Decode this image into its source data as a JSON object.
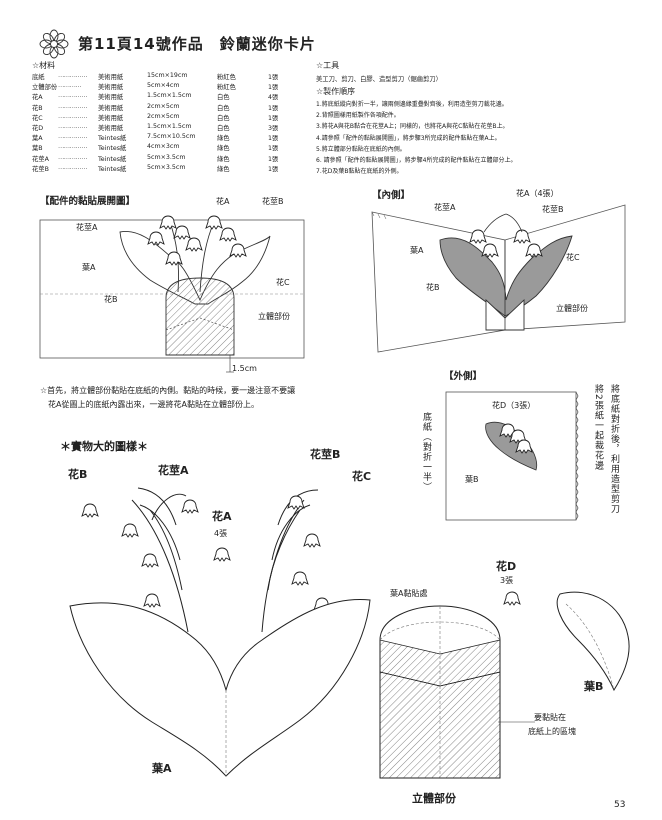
{
  "header": {
    "title": "第11頁14號作品　鈴蘭迷你卡片"
  },
  "materials": {
    "heading": "☆材料",
    "rows": [
      {
        "name": "底紙",
        "dots": "……………",
        "paper": "美術用紙",
        "size": "15cm×19cm",
        "color": "粉紅色",
        "qty": "1張"
      },
      {
        "name": "立體部份",
        "dots": "…………",
        "paper": "美術用紙",
        "size": "5cm×4cm",
        "color": "粉紅色",
        "qty": "1張"
      },
      {
        "name": "花A",
        "dots": "……………",
        "paper": "美術用紙",
        "size": "1.5cm×1.5cm",
        "color": "白色",
        "qty": "4張"
      },
      {
        "name": "花B",
        "dots": "……………",
        "paper": "美術用紙",
        "size": "2cm×5cm",
        "color": "白色",
        "qty": "1張"
      },
      {
        "name": "花C",
        "dots": "……………",
        "paper": "美術用紙",
        "size": "2cm×5cm",
        "color": "白色",
        "qty": "1張"
      },
      {
        "name": "花D",
        "dots": "……………",
        "paper": "美術用紙",
        "size": "1.5cm×1.5cm",
        "color": "白色",
        "qty": "3張"
      },
      {
        "name": "葉A",
        "dots": "……………",
        "paper": "Teintes紙",
        "size": "7.5cm×10.5cm",
        "color": "綠色",
        "qty": "1張"
      },
      {
        "name": "葉B",
        "dots": "……………",
        "paper": "Teintes紙",
        "size": "4cm×3cm",
        "color": "綠色",
        "qty": "1張"
      },
      {
        "name": "花莖A",
        "dots": "……………",
        "paper": "Teintes紙",
        "size": "5cm×3.5cm",
        "color": "綠色",
        "qty": "1張"
      },
      {
        "name": "花莖B",
        "dots": "……………",
        "paper": "Teintes紙",
        "size": "5cm×3.5cm",
        "color": "綠色",
        "qty": "1張"
      }
    ]
  },
  "tools": {
    "heading": "☆工具",
    "text": "美工刀、剪刀、白膠、造型剪刀（鋸齒剪刀）"
  },
  "steps": {
    "heading": "☆製作順序",
    "items": [
      "1.將底紙縱向對折一半，讓兩側邊緣重疊對齊後，利用造型剪刀裁花邊。",
      "2.背照圖樣用紙製作各項配件。",
      "3.將花A與花B黏合在花莖A上；同樣的，也將花A與花C黏貼在花莖B上。",
      "4.請參照「配件的黏貼展開圖」，將步驟3所完成的配件黏貼在葉A上。",
      "5.將立體部分黏貼在底紙的內側。",
      "6. 請參照「配件的黏貼展開圖」，將步驟4所完成的配件黏貼在立體部分上。",
      "7.花D及葉B黏貼在底紙的外側。"
    ]
  },
  "expanded": {
    "heading": "【配件的黏貼展開圖】",
    "labels": {
      "stemA": "花莖A",
      "flowerA": "花A",
      "stemB": "花莖B",
      "leafA": "葉A",
      "flowerC": "花C",
      "flowerB": "花B",
      "popup": "立體部份",
      "measure": "1.5cm"
    }
  },
  "inner": {
    "heading": "【內側】",
    "labels": {
      "stemA": "花莖A",
      "flowerA": "花A（4張）",
      "stemB": "花莖B",
      "leafA": "葉A",
      "flowerC": "花C",
      "flowerB": "花B",
      "popup": "立體部份"
    }
  },
  "note": {
    "line1": "☆首先，將立體部份黏貼在底紙的內側。黏貼的時候，要一邊注意不要讓",
    "line2": "花A從圖上的底紙內露出來，一邊將花A黏貼在立體部份上。"
  },
  "outer": {
    "heading": "【外側】",
    "flowerD": "花D（3張）",
    "leafB": "葉B",
    "left_vertical": "底紙（對折一半）",
    "right_vertical_1": "將底紙對折後，利用造型剪刀",
    "right_vertical_2": "將2張紙一起裁花邊"
  },
  "patterns": {
    "heading": "＊實物大的圖樣＊",
    "flowerB": "花B",
    "stemA": "花莖A",
    "stemB": "花莖B",
    "flowerC": "花C",
    "flowerA": "花A",
    "flowerA_qty": "4張",
    "flowerD": "花D",
    "flowerD_qty": "3張",
    "leafA_glue": "葉A黏貼處",
    "glue_area": "要黏貼在",
    "glue_area2": "底紙上的區塊",
    "popup": "立體部份",
    "leafA": "葉A",
    "leafB": "葉B"
  },
  "page_number": "53"
}
